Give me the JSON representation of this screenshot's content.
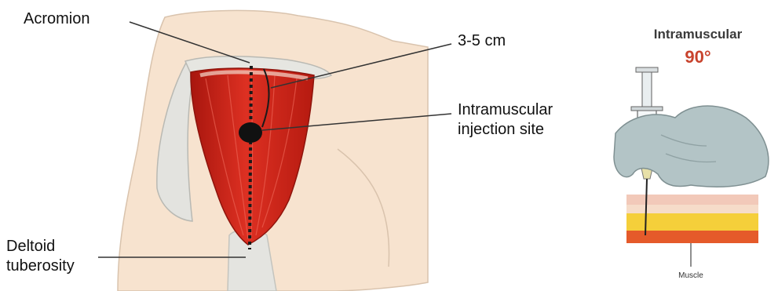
{
  "labels": {
    "acromion": "Acromion",
    "distance": "3-5 cm",
    "site_line1": "Intramuscular",
    "site_line2": "injection site",
    "tuberosity_line1": "Deltoid",
    "tuberosity_line2": "tuberosity"
  },
  "inset": {
    "title": "Intramuscular",
    "angle": "90°",
    "layer_label": "Muscle"
  },
  "colors": {
    "muscle": "#cc2318",
    "skin": "#f7e3cf",
    "bone": "#e3e3df",
    "glove": "#b3c4c6",
    "angle_text": "#c8432d"
  }
}
